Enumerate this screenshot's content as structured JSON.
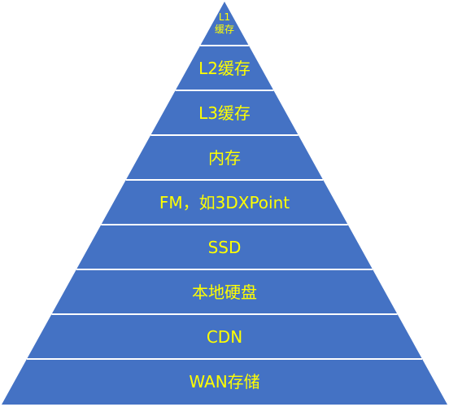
{
  "colors": {
    "fill": "#4472c4",
    "separator": "#ffffff",
    "text": "#ffff00"
  },
  "tiers": [
    {
      "label": "L1\n缓存"
    },
    {
      "label": "L2缓存"
    },
    {
      "label": "L3缓存"
    },
    {
      "label": "内存"
    },
    {
      "label": "FM，如3DXPoint"
    },
    {
      "label": "SSD"
    },
    {
      "label": "本地硬盘"
    },
    {
      "label": "CDN"
    },
    {
      "label": "WAN存储"
    }
  ]
}
